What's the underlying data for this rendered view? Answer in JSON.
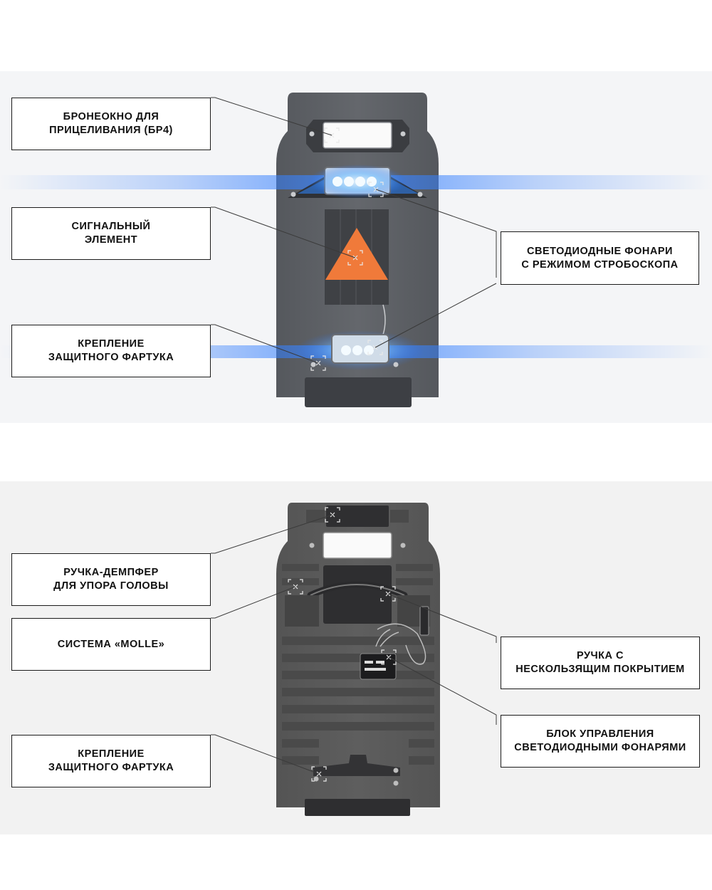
{
  "front": {
    "callouts": {
      "armor_window": "БРОНЕОКНО ДЛЯ\nПРИЦЕЛИВАНИЯ (Бр4)",
      "signal_element": "СИГНАЛЬНЫЙ\nЭЛЕМЕНТ",
      "apron_mount": "КРЕПЛЕНИЕ\nЗАЩИТНОГО ФАРТУКА",
      "led_lights": "СВЕТОДИОДНЫЕ ФОНАРИ\nС РЕЖИМОМ СТРОБОСКОПА"
    },
    "colors": {
      "shield": "#5e6166",
      "signal_triangle": "#f07a3a",
      "led_glow": "#2f7bff"
    }
  },
  "back": {
    "callouts": {
      "damper_handle": "РУЧКА-ДЕМПФЕР\nДЛЯ УПОРА ГОЛОВЫ",
      "molle": "СИСТЕМА «MOLLE»",
      "apron_mount": "КРЕПЛЕНИЕ\nЗАЩИТНОГО ФАРТУКА",
      "nonslip_handle": "РУЧКА С\nНЕСКОЛЬЗЯЩИМ ПОКРЫТИЕМ",
      "led_control": "БЛОК УПРАВЛЕНИЯ\nСВЕТОДИОДНЫМИ ФОНАРЯМИ"
    },
    "colors": {
      "shield": "#5a5a5a",
      "molle_strap": "#4a4a4a"
    }
  }
}
